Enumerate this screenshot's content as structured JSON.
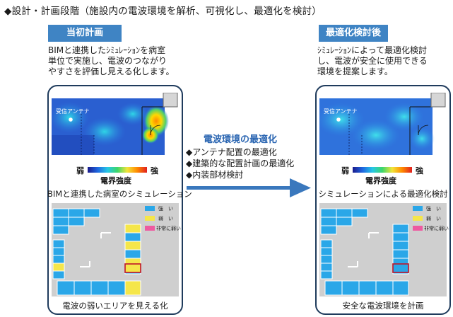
{
  "heading": "◆設計・計画段階（施設内の電波環境を解析、可視化し、最適化を検討）",
  "left": {
    "tag": "当初計画",
    "desc": [
      "BIMと連携したｼﾐｭﾚｰｼｮﾝを病室",
      "単位で実施し、電波のつながり",
      "やすさを評価し見える化します。"
    ],
    "antenna_label": "受信アンテナ",
    "scale_weak": "弱",
    "scale_strong": "強",
    "scale_caption": "電界強度",
    "caption_top": "BIMと連携した病室のシミュレーション",
    "caption_bottom": "電波の弱いエリアを見える化"
  },
  "right": {
    "tag": "最適化検討後",
    "desc": [
      "ｼﾐｭﾚｰｼｮﾝによって最適化検討",
      "し、電波が安全に使用できる",
      "環境を提案します。"
    ],
    "antenna_label": "受信アンテナ",
    "scale_weak": "弱",
    "scale_strong": "強",
    "scale_caption": "電界強度",
    "caption_top": "シミュレーションによる最適化検討",
    "caption_bottom": "安全な電波環境を計画"
  },
  "middle": {
    "title": "電波環境の最適化",
    "items": [
      "◆アンテナ配置の最適化",
      "◆建築的な配置計画の最適化",
      "◆内装部材検討"
    ]
  },
  "legend": {
    "strong": "強　い",
    "weak": "弱　い",
    "very_weak": "非常に弱い"
  },
  "colors": {
    "tag_blue": "#3f84c4",
    "arrow_blue": "#3a78bd",
    "legend_strong": "#2aa7e8",
    "legend_weak": "#f5e64a",
    "legend_very_weak": "#ee5aa0"
  }
}
